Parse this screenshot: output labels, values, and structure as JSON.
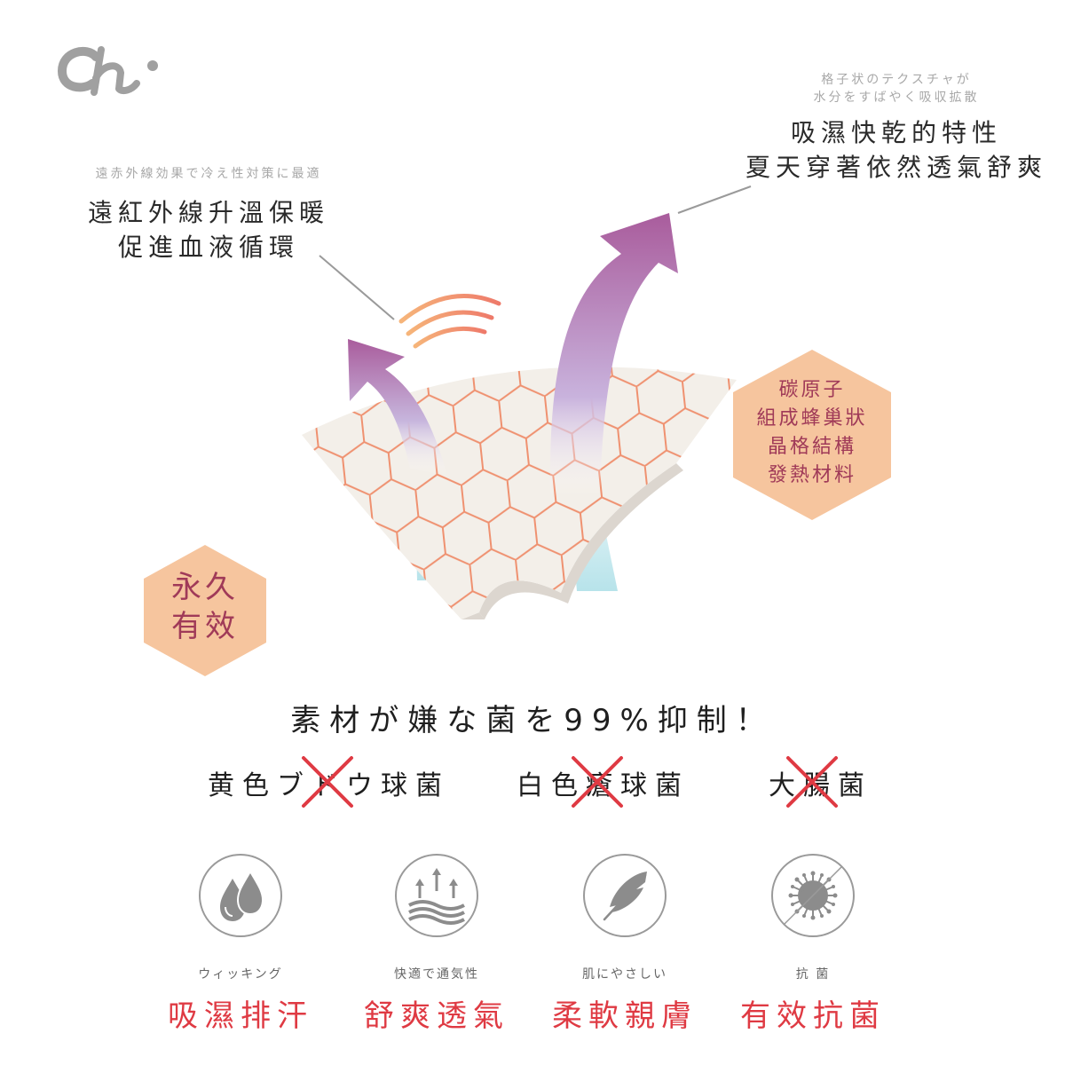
{
  "logo": {
    "text": "chi",
    "color": "#a0a0a0"
  },
  "top_left": {
    "subtitle": "遠赤外線効果で冷え性対策に最適",
    "lines": [
      "遠紅外線升溫保暖",
      "促進血液循環"
    ]
  },
  "top_right": {
    "subtitle_lines": [
      "格子状のテクスチャが",
      "水分をすばやく吸収拡散"
    ],
    "lines": [
      "吸濕快乾的特性",
      "夏天穿著依然透氣舒爽"
    ]
  },
  "hex_right": {
    "lines": [
      "碳原子",
      "組成蜂巢狀",
      "晶格結構",
      "發熱材料"
    ]
  },
  "hex_left": {
    "lines": [
      "永久",
      "有效"
    ]
  },
  "headline": "素材が嫌な菌を99%抑制！",
  "bacteria": [
    {
      "name": "黄色ブドウ球菌",
      "crossed": "ド"
    },
    {
      "name": "白色瘡球菌",
      "crossed": "瘡"
    },
    {
      "name": "大腸菌",
      "crossed": "腸"
    }
  ],
  "features": [
    {
      "icon": "water-drops-icon",
      "caption": "ウィッキング",
      "title": "吸濕排汗"
    },
    {
      "icon": "airflow-waves-icon",
      "caption": "快適で通気性",
      "title": "舒爽透氣"
    },
    {
      "icon": "feather-icon",
      "caption": "肌にやさしい",
      "title": "柔軟親膚"
    },
    {
      "icon": "bacteria-blocked-icon",
      "caption": "抗 菌",
      "title": "有效抗菌"
    }
  ],
  "colors": {
    "accent_red": "#df3a43",
    "hex_fill": "#f6c59e",
    "hex_text": "#a03a58",
    "arrow_purple": "#a95c9c",
    "arrow_blue": "#b7e3ea",
    "honeycomb": "#ef9170",
    "icon_gray": "#8c8c8c"
  }
}
